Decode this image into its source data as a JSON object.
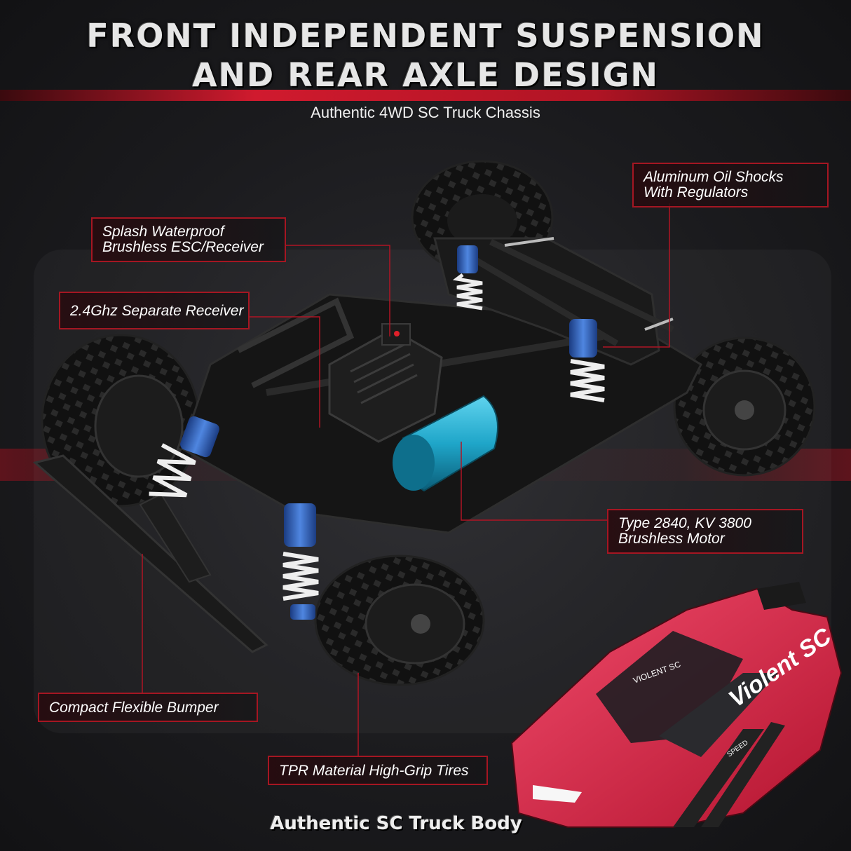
{
  "header": {
    "title_line1": "FRONT INDEPENDENT SUSPENSION",
    "title_line2": "AND REAR AXLE DESIGN",
    "subtitle": "Authentic 4WD SC Truck Chassis"
  },
  "callouts": {
    "shocks": {
      "line1": "Aluminum Oil Shocks",
      "line2": "With Regulators"
    },
    "esc": {
      "line1": "Splash Waterproof",
      "line2": "Brushless ESC/Receiver"
    },
    "receiver": {
      "line1": "2.4Ghz Separate Receiver"
    },
    "motor": {
      "line1": "Type 2840, KV 3800",
      "line2": "Brushless Motor"
    },
    "bumper": {
      "line1": "Compact Flexible Bumper"
    },
    "tires": {
      "line1": "TPR Material High-Grip Tires"
    }
  },
  "body": {
    "caption": "Authentic SC Truck Body",
    "brand_top": "VIOLENT SC",
    "brand_side": "Violent SC",
    "speed_text": "SPEED"
  },
  "colors": {
    "accent_red": "#c8162a",
    "shock_blue": "#2f5fb8",
    "motor_teal": "#1fa6c9",
    "body_pink": "#e0234a"
  }
}
